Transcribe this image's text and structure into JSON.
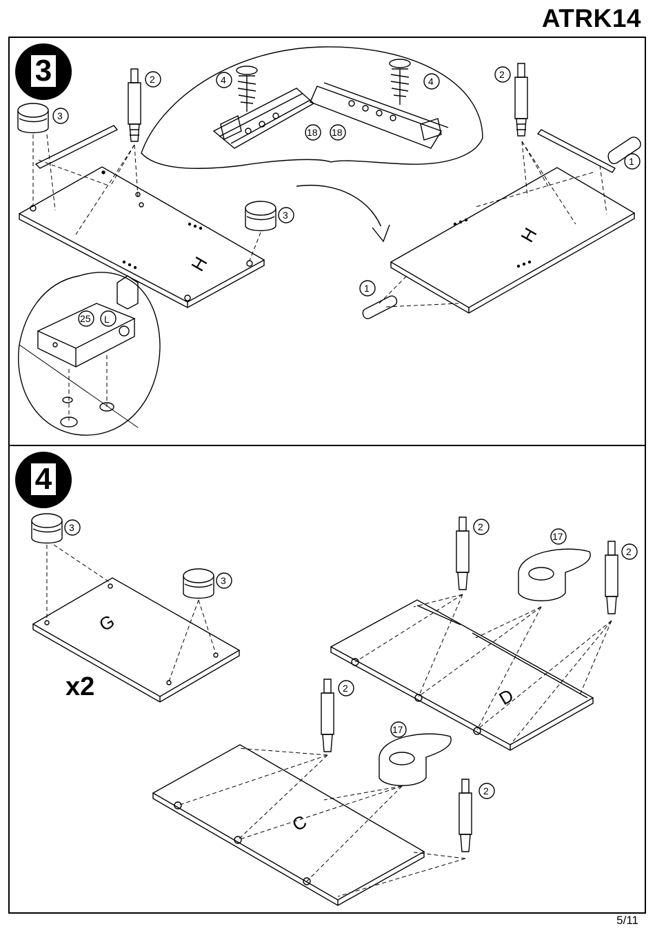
{
  "header": {
    "model_code": "ATRK14"
  },
  "footer": {
    "page_number": "5/11"
  },
  "steps": [
    {
      "number": "3"
    },
    {
      "number": "4"
    }
  ],
  "step3": {
    "callouts": [
      "2",
      "3",
      "3",
      "4",
      "4",
      "18",
      "18",
      "2",
      "1",
      "1",
      "25"
    ],
    "panel_letters": [
      "H",
      "H",
      "L"
    ]
  },
  "step4": {
    "callouts": [
      "3",
      "3",
      "2",
      "17",
      "2",
      "2",
      "17",
      "2"
    ],
    "panel_letters": [
      "G",
      "D",
      "C"
    ],
    "quantity": "x2"
  }
}
